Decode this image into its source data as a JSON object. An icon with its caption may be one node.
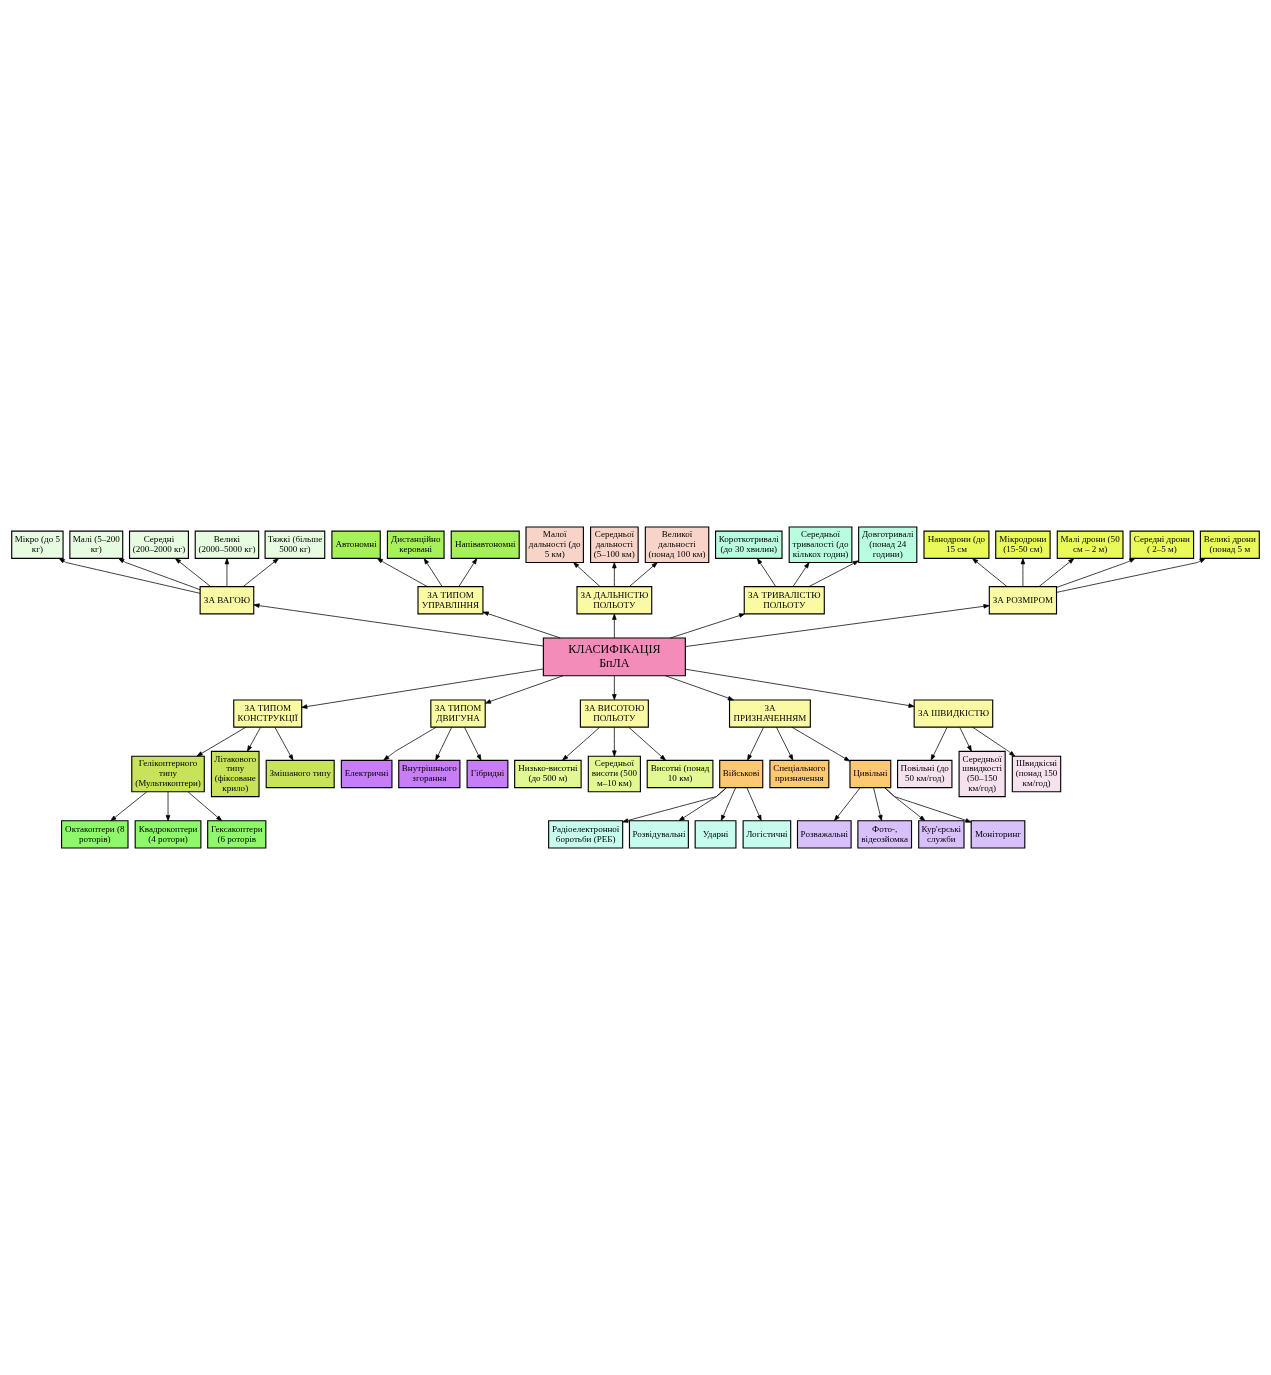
{
  "diagram": {
    "nodes": [
      {
        "text": [
          "Мікро (до 5 кг)"
        ]
      },
      {
        "text": [
          "Малі (5–200 кг)"
        ]
      },
      {
        "text": [
          "Середні (200–2000 кг)"
        ]
      },
      {
        "text": [
          "Великі (2000–5000 кг)"
        ]
      },
      {
        "text": [
          "Тяжкі (більше 5000 кг)"
        ]
      },
      {
        "text": [
          "Автономні"
        ]
      },
      {
        "text": [
          "Дистанційно керовані"
        ]
      },
      {
        "text": [
          "Напівавтономні"
        ]
      },
      {
        "text": [
          "Малої дальності (до 5 км)"
        ]
      },
      {
        "text": [
          "Середньої дальності (5–100 км)"
        ]
      },
      {
        "text": [
          "Великої дальності (понад 100 км)"
        ]
      },
      {
        "text": [
          "Короткотривалі (до 30 хвилин)"
        ]
      },
      {
        "text": [
          "Середньої тривалості (до кількох годин)"
        ]
      },
      {
        "text": [
          "Довготривалі (понад 24 години)"
        ]
      },
      {
        "text": [
          "Нанодрони (до 15 см"
        ]
      },
      {
        "text": [
          "Мікродрони (15-50 см)"
        ]
      },
      {
        "text": [
          "Малі дрони (50 см – 2 м)"
        ]
      },
      {
        "text": [
          "Середні дрони ( 2–5 м)"
        ]
      },
      {
        "text": [
          "Великі дрони (понад 5 м"
        ]
      },
      {
        "text": [
          "ЗА ВАГОЮ"
        ]
      },
      {
        "text": [
          "ЗА ТИПОМ УПРАВЛІННЯ"
        ]
      },
      {
        "text": [
          "ЗА ДАЛЬНІСТЮ ПОЛЬОТУ"
        ]
      },
      {
        "text": [
          "ЗА ТРИВАЛІСТЮ ПОЛЬОТУ"
        ]
      },
      {
        "text": [
          "ЗА РОЗМІРОМ"
        ]
      },
      {
        "text": [
          "КЛАСИФІКАЦІЯ БпЛА"
        ]
      },
      {
        "text": [
          "ЗА ТИПОМ КОНСТРУКЦІЇ"
        ]
      },
      {
        "text": [
          "ЗА ТИПОМ ДВИГУНА"
        ]
      },
      {
        "text": [
          "ЗА ВИСОТОЮ ПОЛЬОТУ"
        ]
      },
      {
        "text": [
          "ЗА ПРИЗНАЧЕННЯМ"
        ]
      },
      {
        "text": [
          "ЗА ШВИДКІСТЮ"
        ]
      },
      {
        "text": [
          "Гелікоптерного типу (Мультикоптери)"
        ]
      },
      {
        "text": [
          "Літакового типу (фіксоване крило)"
        ]
      },
      {
        "text": [
          "Змішаного типу"
        ]
      },
      {
        "text": [
          "Електричні"
        ]
      },
      {
        "text": [
          "Внутрішнього згорання"
        ]
      },
      {
        "text": [
          "Гібридні"
        ]
      },
      {
        "text": [
          "Низько-висотні (до 500 м)"
        ]
      },
      {
        "text": [
          "Середньої висоти (500 м–10 км)"
        ]
      },
      {
        "text": [
          "Висотні (понад 10 км)"
        ]
      },
      {
        "text": [
          "Військові"
        ]
      },
      {
        "text": [
          "Спеціального призначення"
        ]
      },
      {
        "text": [
          "Цивільні"
        ]
      },
      {
        "text": [
          "Повільні (до 50 км/год)"
        ]
      },
      {
        "text": [
          "Середньої швидкості (50–150 км/год)"
        ]
      },
      {
        "text": [
          "Швидкісні (понад 150 км/год)"
        ]
      },
      {
        "text": [
          "Квадрокоптери (4 ротори)"
        ]
      },
      {
        "text": [
          "Гексакоптери (6 роторів"
        ]
      },
      {
        "text": [
          "Октакоптери (8 роторів)"
        ]
      },
      {
        "text": [
          "Розвідувальні"
        ]
      },
      {
        "text": [
          "Ударні"
        ]
      },
      {
        "text": [
          "Логістичні"
        ]
      },
      {
        "text": [
          "Радіоелектронної боротьби (РЕБ)"
        ]
      },
      {
        "text": [
          "Фото-, відеозйомка"
        ]
      },
      {
        "text": [
          "Кур'єрські служби"
        ]
      },
      {
        "text": [
          "Моніторинг"
        ]
      },
      {
        "text": [
          "Розважальні"
        ]
      }
    ],
    "edges": [
      {
        "from": 24,
        "to": 19,
        "arrow": "to"
      },
      {
        "from": 24,
        "to": 20,
        "arrow": "to"
      },
      {
        "from": 24,
        "to": 21,
        "arrow": "to"
      },
      {
        "from": 24,
        "to": 22,
        "arrow": "to"
      },
      {
        "from": 24,
        "to": 23,
        "arrow": "to"
      },
      {
        "from": 19,
        "to": 0,
        "arrow": "to"
      },
      {
        "from": 19,
        "to": 1,
        "arrow": "to"
      },
      {
        "from": 19,
        "to": 2,
        "arrow": "to"
      },
      {
        "from": 19,
        "to": 3,
        "arrow": "to"
      },
      {
        "from": 19,
        "to": 4,
        "arrow": "to"
      },
      {
        "from": 20,
        "to": 5,
        "arrow": "to"
      },
      {
        "from": 20,
        "to": 6,
        "arrow": "to"
      },
      {
        "from": 20,
        "to": 7,
        "arrow": "to"
      },
      {
        "from": 21,
        "to": 8,
        "arrow": "to"
      },
      {
        "from": 21,
        "to": 9,
        "arrow": "to"
      },
      {
        "from": 21,
        "to": 10,
        "arrow": "to"
      },
      {
        "from": 22,
        "to": 11,
        "arrow": "to"
      },
      {
        "from": 22,
        "to": 12,
        "arrow": "to"
      },
      {
        "from": 22,
        "to": 13,
        "arrow": "to"
      },
      {
        "from": 23,
        "to": 14,
        "arrow": "to"
      },
      {
        "from": 23,
        "to": 15,
        "arrow": "to"
      },
      {
        "from": 23,
        "to": 16,
        "arrow": "to"
      },
      {
        "from": 23,
        "to": 17,
        "arrow": "to"
      },
      {
        "from": 23,
        "to": 18,
        "arrow": "to"
      },
      {
        "from": 24,
        "to": 25,
        "arrow": "to"
      },
      {
        "from": 24,
        "to": 26,
        "arrow": "to"
      },
      {
        "from": 24,
        "to": 27,
        "arrow": "to"
      },
      {
        "from": 24,
        "to": 28,
        "arrow": "to"
      },
      {
        "from": 24,
        "to": 29,
        "arrow": "to"
      },
      {
        "from": 25,
        "to": 30,
        "arrow": "to"
      },
      {
        "from": 25,
        "to": 31,
        "arrow": "to"
      },
      {
        "from": 25,
        "to": 32,
        "arrow": "to"
      },
      {
        "from": 26,
        "to": 33,
        "arrow": "to"
      },
      {
        "from": 26,
        "to": 34,
        "arrow": "to"
      },
      {
        "from": 26,
        "to": 35,
        "arrow": "to"
      },
      {
        "from": 27,
        "to": 36,
        "arrow": "to"
      },
      {
        "from": 27,
        "to": 37,
        "arrow": "to"
      },
      {
        "from": 27,
        "to": 38,
        "arrow": "to"
      },
      {
        "from": 28,
        "to": 39,
        "arrow": "to"
      },
      {
        "from": 28,
        "to": 40,
        "arrow": "to"
      },
      {
        "from": 28,
        "to": 41,
        "arrow": "to"
      },
      {
        "from": 29,
        "to": 42,
        "arrow": "to"
      },
      {
        "from": 29,
        "to": 43,
        "arrow": "to"
      },
      {
        "from": 29,
        "to": 44,
        "arrow": "to"
      },
      {
        "from": 30,
        "to": 45,
        "arrow": "to"
      },
      {
        "from": 30,
        "to": 46,
        "arrow": "to"
      },
      {
        "from": 30,
        "to": 47,
        "arrow": "to"
      },
      {
        "from": 39,
        "to": 48,
        "arrow": "to"
      },
      {
        "from": 39,
        "to": 49,
        "arrow": "to"
      },
      {
        "from": 39,
        "to": 50,
        "arrow": "to"
      },
      {
        "from": 39,
        "to": 51,
        "arrow": "to"
      },
      {
        "from": 41,
        "to": 52,
        "arrow": "to"
      },
      {
        "from": 41,
        "to": 53,
        "arrow": "to"
      },
      {
        "from": 41,
        "to": 54,
        "arrow": "to"
      },
      {
        "from": 41,
        "to": 55,
        "arrow": "to"
      }
    ]
  }
}
